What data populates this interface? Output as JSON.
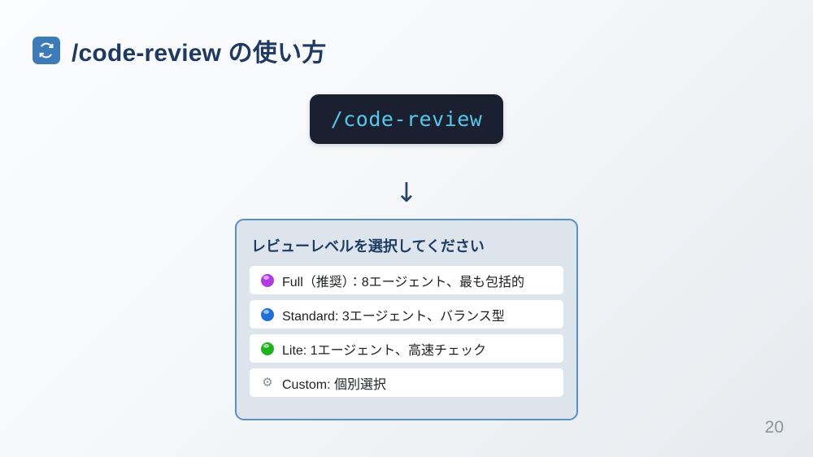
{
  "slide": {
    "page_number": "20",
    "background_from": "#fbfcfd",
    "background_to": "#e6eaee"
  },
  "title": {
    "icon": "sync-refresh-icon",
    "icon_bg": "#3d7ab8",
    "text": "/code-review の使い方",
    "color": "#1e3a5f"
  },
  "command": {
    "text": "/code-review",
    "text_color": "#58c6e8",
    "background": "#1b2030"
  },
  "arrow": {
    "glyph": "↓",
    "color": "#2b4566"
  },
  "panel": {
    "title": "レビューレベルを選択してください",
    "border_color": "#5b8fc9",
    "background": "#dde4ec",
    "options": [
      {
        "marker": "purple-circle-icon",
        "marker_color": "#b23ae0",
        "label": "Full（推奨）：8エージェント、最も包括的"
      },
      {
        "marker": "blue-circle-icon",
        "marker_color": "#1f6fd4",
        "label": "Standard: 3エージェント、バランス型"
      },
      {
        "marker": "green-circle-icon",
        "marker_color": "#22b21f",
        "label": "Lite: 1エージェント、高速チェック"
      },
      {
        "marker": "gear-icon",
        "marker_glyph": "⚙",
        "marker_color": "#8a8f96",
        "label": "Custom: 個別選択"
      }
    ]
  }
}
